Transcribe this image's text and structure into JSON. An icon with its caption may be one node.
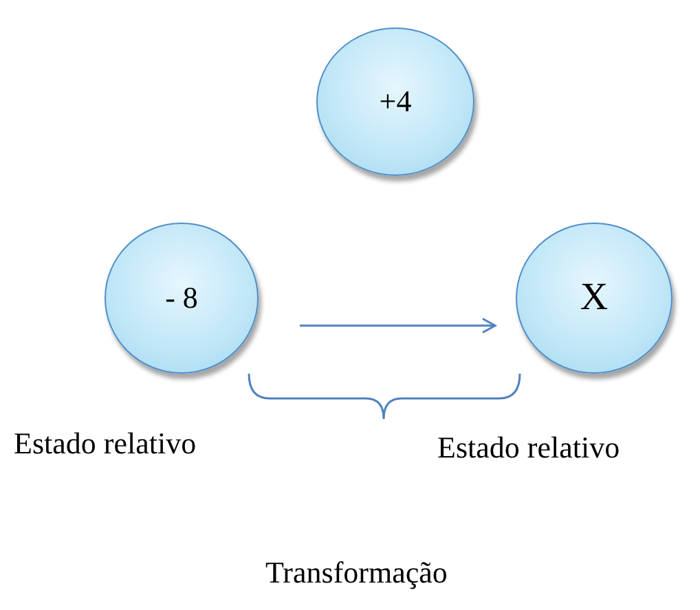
{
  "diagram": {
    "nodes": [
      {
        "text": [
          "+4"
        ]
      },
      {
        "text": [
          "- 8"
        ],
        "beside": [
          "Estado relativo"
        ]
      },
      {
        "text": [
          "X"
        ],
        "beside": [
          "Estado relativo"
        ]
      }
    ],
    "edges": [
      {
        "from": 1,
        "to": 2,
        "arrow": "to"
      }
    ],
    "labels": [
      "Transformação"
    ]
  }
}
